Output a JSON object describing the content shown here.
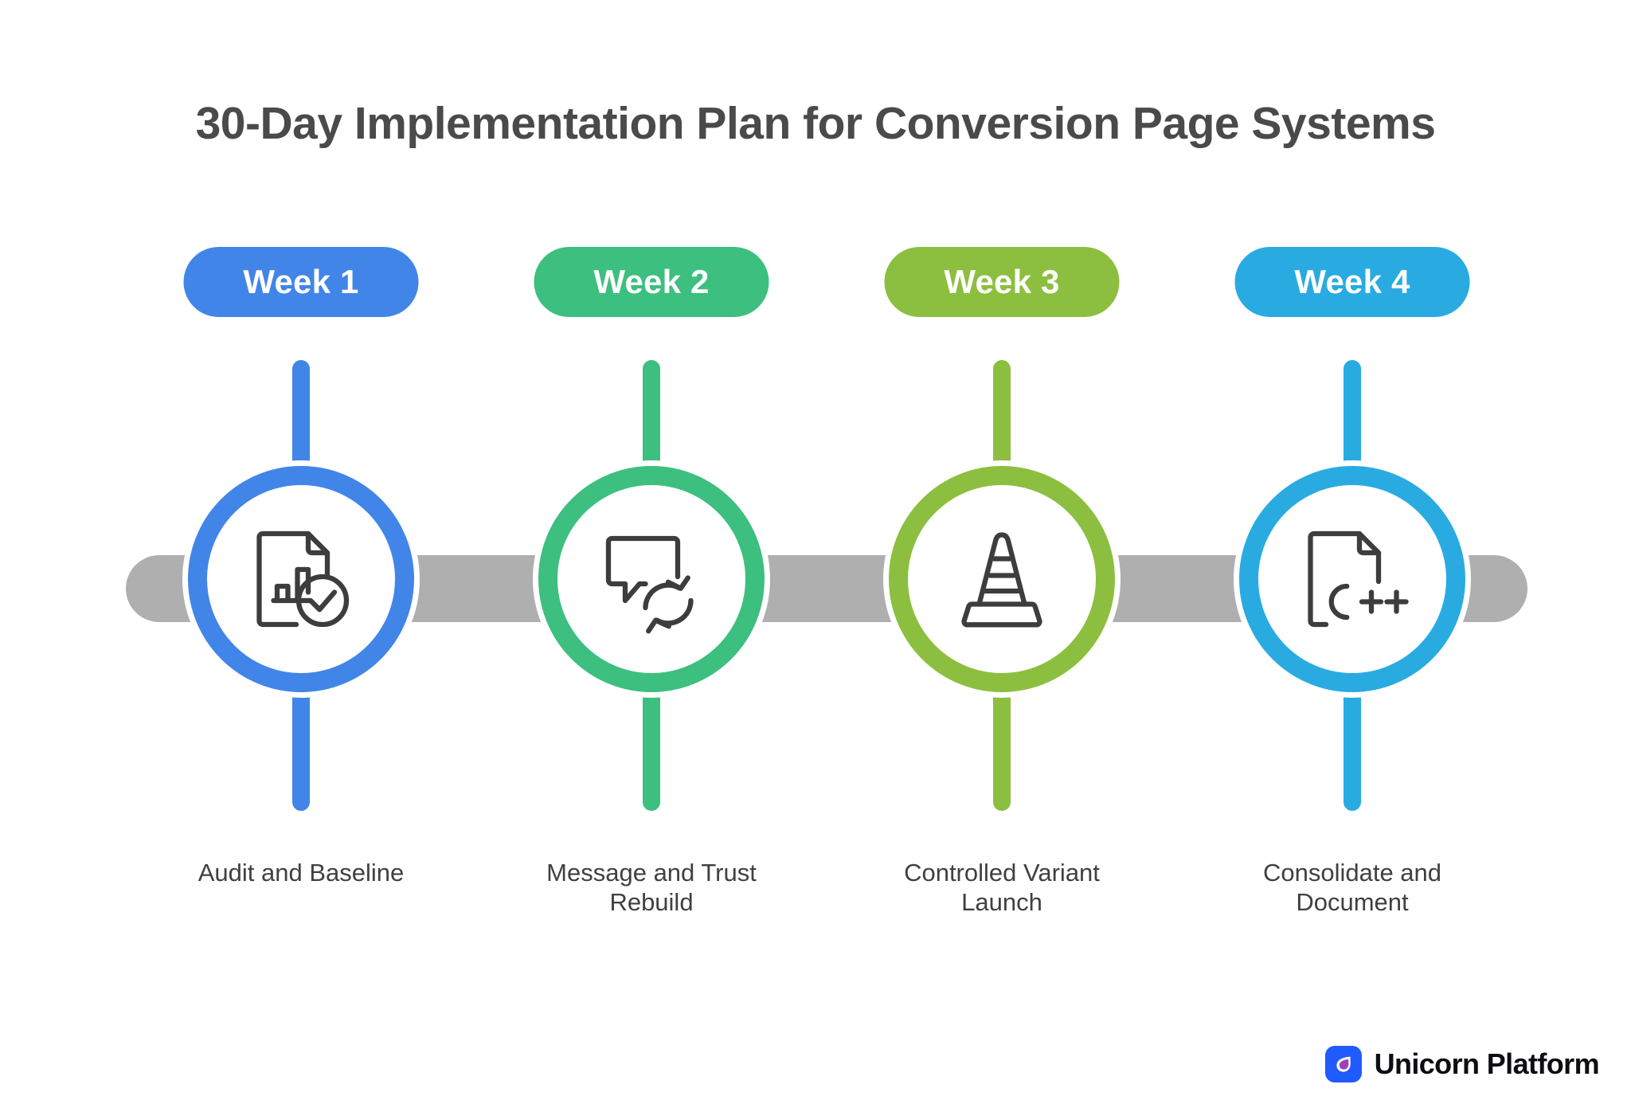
{
  "page": {
    "title": "30-Day Implementation Plan for Conversion Page Systems",
    "background_color": "#ffffff",
    "track_color": "#afafaf",
    "title_color": "#4a4a4a",
    "caption_color": "#404040"
  },
  "steps": [
    {
      "badge_label": "Week 1",
      "caption": "Audit and Baseline",
      "color": "#4285e8",
      "icon": "document-bar-chart-check-icon"
    },
    {
      "badge_label": "Week 2",
      "caption": "Message and Trust Rebuild",
      "color": "#3dbf7f",
      "icon": "speech-bubble-refresh-icon"
    },
    {
      "badge_label": "Week 3",
      "caption": "Controlled Variant Launch",
      "color": "#8cbf3f",
      "icon": "traffic-cone-icon"
    },
    {
      "badge_label": "Week 4",
      "caption": "Consolidate and Document",
      "color": "#29abe2",
      "icon": "document-cpp-icon"
    }
  ],
  "brand": {
    "name": "Unicorn Platform",
    "mark_background": "#1f5bff",
    "mark_icon": "unicorn-droplet-icon",
    "droplet_color": "#9b3fc4"
  }
}
